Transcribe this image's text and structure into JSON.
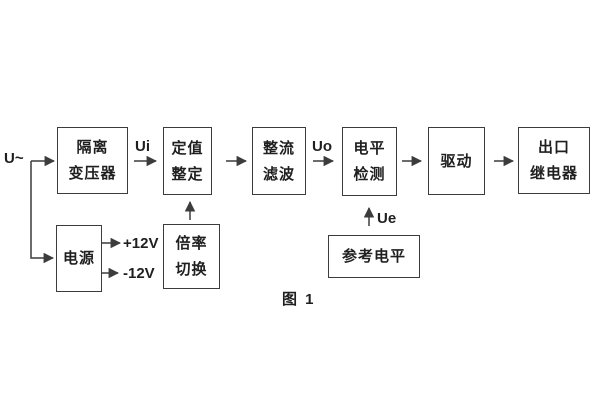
{
  "figure": {
    "caption": "图 1",
    "labels": {
      "input_signal": "U~",
      "ui": "Ui",
      "uo": "Uo",
      "ue": "Ue",
      "plus_12v": "+12V",
      "minus_12v": "-12V"
    },
    "blocks": {
      "isolation_transformer": {
        "lines": [
          "隔离",
          "变压器"
        ]
      },
      "setting_adjustment": {
        "lines": [
          "定值",
          "整定"
        ]
      },
      "rectifier_filter": {
        "lines": [
          "整流",
          "滤波"
        ]
      },
      "level_detection": {
        "lines": [
          "电平",
          "检测"
        ]
      },
      "driver": {
        "lines": [
          "驱动",
          ""
        ]
      },
      "output_relay": {
        "lines": [
          "出口",
          "继电器"
        ]
      },
      "power_supply": {
        "lines": [
          "电源",
          ""
        ]
      },
      "ratio_switch": {
        "lines": [
          "倍率",
          "切换"
        ]
      },
      "reference_level": {
        "lines": [
          "参考电平",
          ""
        ]
      }
    },
    "connections": [
      {
        "from": "U~",
        "to": "isolation_transformer",
        "label": ""
      },
      {
        "from": "U~",
        "to": "power_supply",
        "label": ""
      },
      {
        "from": "isolation_transformer",
        "to": "setting_adjustment",
        "label": "Ui"
      },
      {
        "from": "setting_adjustment",
        "to": "rectifier_filter",
        "label": ""
      },
      {
        "from": "rectifier_filter",
        "to": "level_detection",
        "label": "Uo"
      },
      {
        "from": "level_detection",
        "to": "driver",
        "label": ""
      },
      {
        "from": "driver",
        "to": "output_relay",
        "label": ""
      },
      {
        "from": "ratio_switch",
        "to": "setting_adjustment",
        "label": ""
      },
      {
        "from": "reference_level",
        "to": "level_detection",
        "label": "Ue"
      },
      {
        "from": "power_supply",
        "to": "+12V output",
        "label": "+12V"
      },
      {
        "from": "power_supply",
        "to": "-12V output",
        "label": "-12V"
      }
    ],
    "colors": {
      "line": "#3c3c3c",
      "text": "#1f1f1f",
      "background": "#ffffff"
    }
  }
}
